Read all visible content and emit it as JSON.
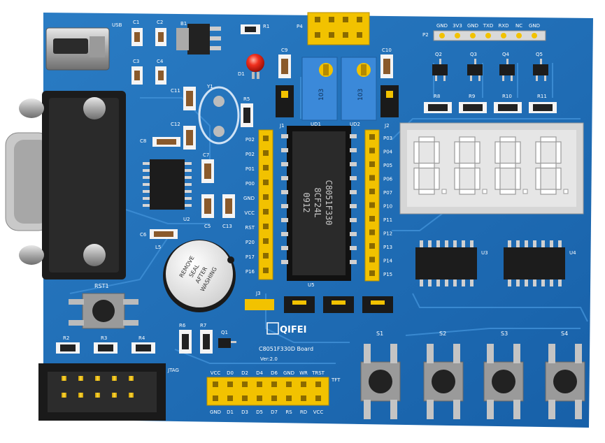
{
  "board": {
    "name": "C8051F330D Board",
    "version": "Ver:2.0",
    "brand": "QIFEI",
    "chip_text": [
      "C8051F330",
      "8CF24L",
      "0912"
    ],
    "buzzer_label": [
      "REMOVE",
      "SEAL",
      "AFTER",
      "WASHING"
    ],
    "pot_text": "103",
    "colors": {
      "pcb": "#1f6fb8",
      "header": "#f2c200",
      "display": "#d9d9d9",
      "chip": "#1a1a1a"
    }
  },
  "labels": {
    "usb": "USB",
    "rst_button": "RST1",
    "jtag": "JTAG",
    "tft": "TFT",
    "j1": "J1",
    "j2": "J2",
    "j3": "J3",
    "p2": "P2",
    "p4": "P4",
    "s1": "S1",
    "s2": "S2",
    "s3": "S3",
    "s4": "S4",
    "u2": "U2",
    "u3": "U3",
    "u4": "U4",
    "u5": "U5",
    "ud1": "UD1",
    "ud2": "UD2",
    "y1": "Y1",
    "d1": "D1",
    "l5": "L5",
    "b1": "B1",
    "c1": "C1",
    "c2": "C2",
    "c3": "C3",
    "c4": "C4",
    "c5": "C5",
    "c6": "C6",
    "c7": "C7",
    "c8": "C8",
    "c9": "C9",
    "c10": "C10",
    "c11": "C11",
    "c12": "C12",
    "c13": "C13",
    "r1": "R1",
    "r2": "R2",
    "r3": "R3",
    "r4": "R4",
    "r5": "R5",
    "r6": "R6",
    "r7": "R7",
    "r8": "R8",
    "r9": "R9",
    "r10": "R10",
    "r11": "R11",
    "q1": "Q1",
    "q2": "Q2",
    "q3": "Q3",
    "q4": "Q4",
    "q5": "Q5"
  },
  "p2_pins": [
    "GND",
    "3V3",
    "GND",
    "TXD",
    "RXD",
    "NC",
    "GND"
  ],
  "left_pins": [
    "P02",
    "P02",
    "P01",
    "P00",
    "GND",
    "VCC",
    "RST",
    "P20",
    "P17",
    "P16"
  ],
  "right_pins": [
    "P03",
    "P04",
    "P05",
    "P06",
    "P07",
    "P10",
    "P11",
    "P12",
    "P13",
    "P14",
    "P15"
  ],
  "tft_top": [
    "VCC",
    "D0",
    "D2",
    "D4",
    "D6",
    "GND",
    "WR",
    "TRST"
  ],
  "tft_bottom": [
    "GND",
    "D1",
    "D3",
    "D5",
    "D7",
    "RS",
    "RD",
    "VCC"
  ]
}
